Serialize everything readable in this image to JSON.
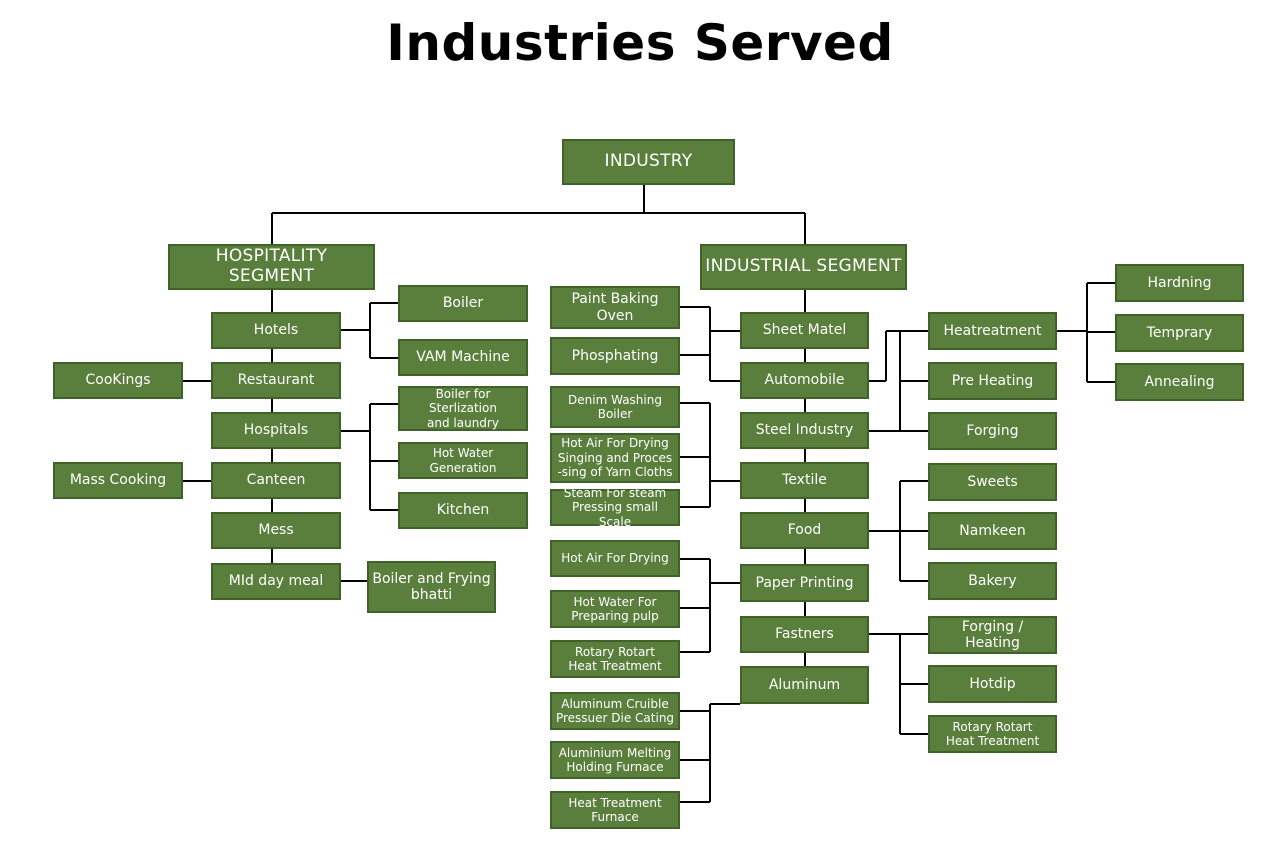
{
  "title": "Industries Served",
  "root": "INDUSTRY",
  "segments": {
    "hospitality": "HOSPITALITY SEGMENT",
    "industrial": "INDUSTRIAL SEGMENT"
  },
  "hospitality": {
    "categories": [
      "Hotels",
      "Restaurant",
      "Hospitals",
      "Canteen",
      "Mess",
      "MId day meal"
    ],
    "hotel_children": [
      "Boiler",
      "VAM Machine"
    ],
    "restaurant_children": [
      "CooKings"
    ],
    "hospital_children": [
      "Boiler for Sterlization\nand laundry",
      "Hot Water\nGeneration",
      "Kitchen"
    ],
    "canteen_children": [
      "Mass Cooking"
    ],
    "midday_children": [
      "Boiler and Frying\nbhatti"
    ]
  },
  "industrial": {
    "categories": [
      "Sheet Matel",
      "Automobile",
      "Steel Industry",
      "Textile",
      "Food",
      "Paper Printing",
      "Fastners",
      "Aluminum"
    ],
    "sheet_children": [
      "Paint Baking Oven",
      "Phosphating"
    ],
    "textile_children": [
      "Denim Washing\nBoiler",
      "Hot Air For Drying\nSinging and Proces\n-sing of Yarn Cloths",
      "Steam For steam\nPressing small Scale"
    ],
    "paper_children": [
      "Hot Air For Drying",
      "Hot Water For\nPreparing pulp",
      "Rotary Rotart\nHeat Treatment"
    ],
    "aluminum_children": [
      "Aluminum Cruible\nPressuer Die Cating",
      "Aluminium Melting\nHolding Furnace",
      "Heat Treatment\nFurnace"
    ],
    "steel_children": [
      "Heatreatment",
      "Pre Heating",
      "Forging"
    ],
    "heat_children": [
      "Hardning",
      "Temprary",
      "Annealing"
    ],
    "food_children": [
      "Sweets",
      "Namkeen",
      "Bakery"
    ],
    "fastner_children": [
      "Forging / Heating",
      "Hotdip",
      "Rotary Rotart\nHeat Treatment"
    ]
  },
  "colors": {
    "box": "#5a7f3c",
    "border": "#3f6228",
    "line": "#000000",
    "text": "#ffffff"
  }
}
